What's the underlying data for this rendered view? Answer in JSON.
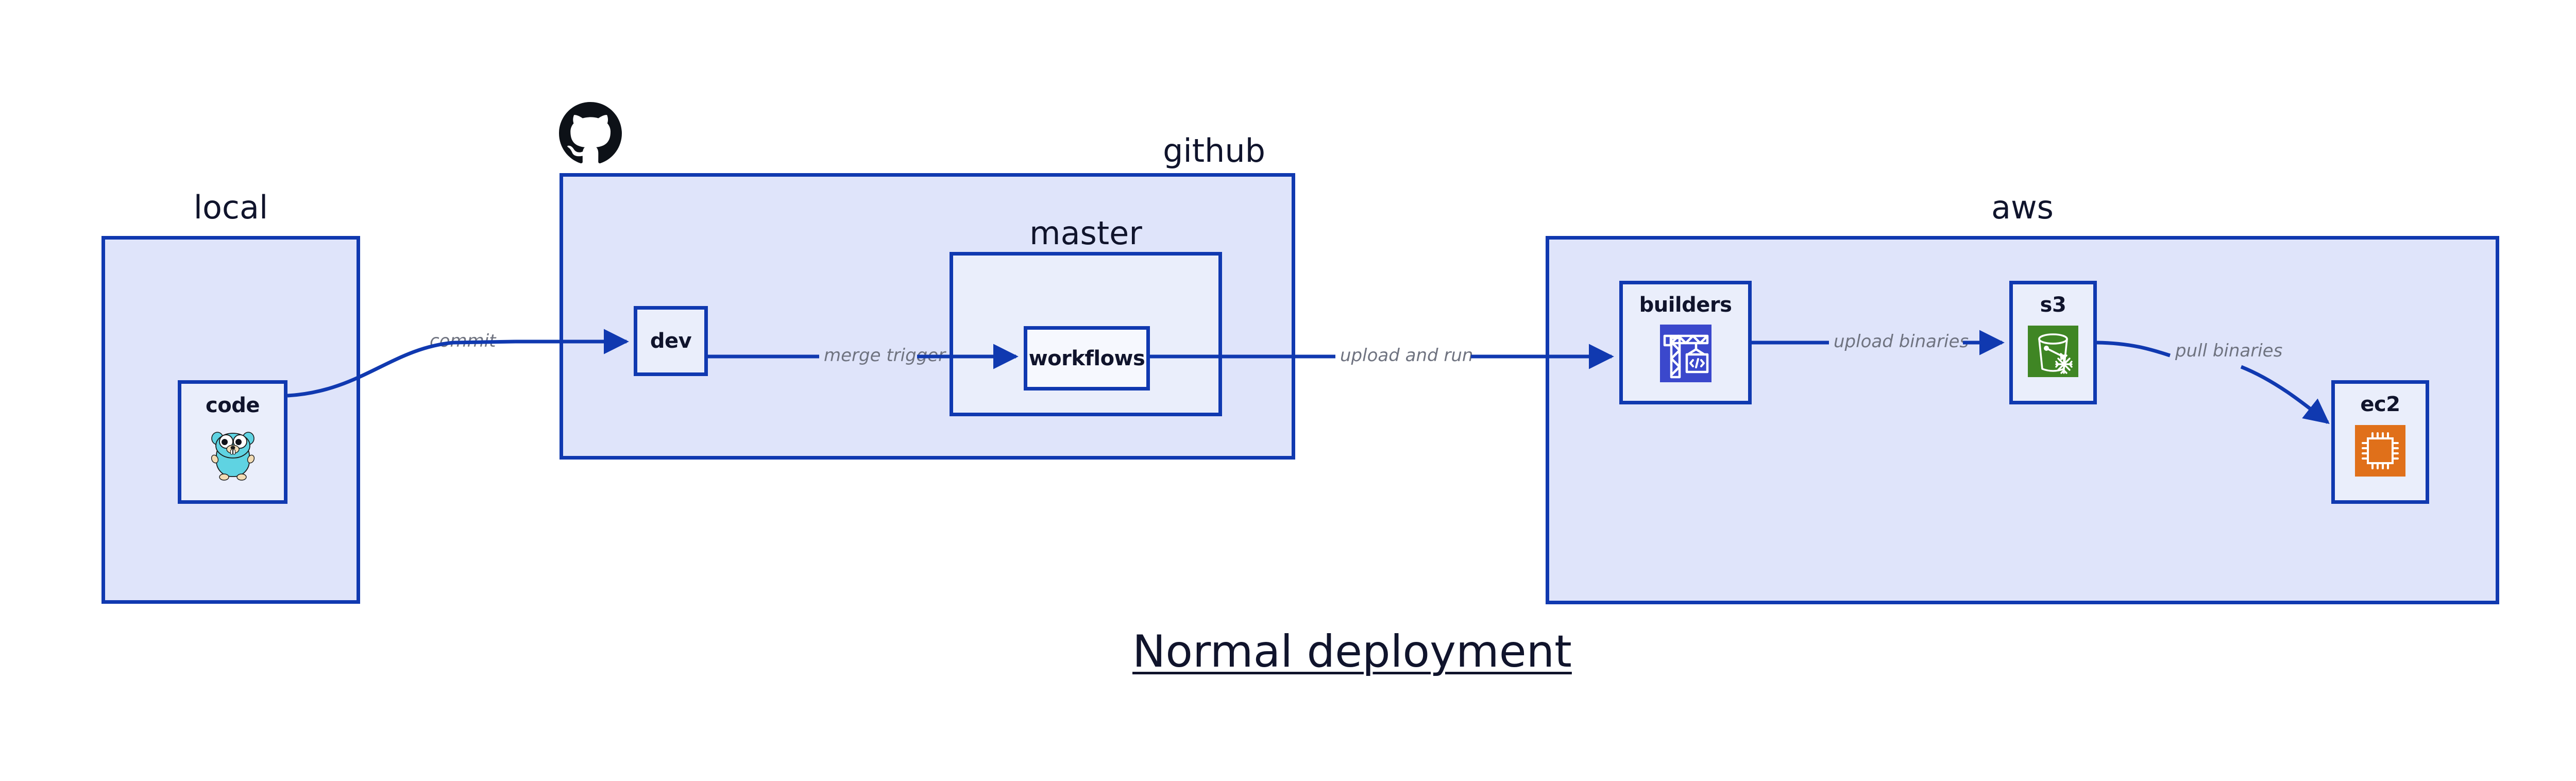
{
  "diagram": {
    "title": "Normal deployment",
    "accent_border": "#1039b0",
    "group_fill": "#dfe4fa",
    "node_fill": "#eaeefb",
    "edge_label_color": "#6f7380",
    "text_color": "#10142c"
  },
  "groups": [
    {
      "id": "local",
      "label": "local"
    },
    {
      "id": "github",
      "label": "github"
    },
    {
      "id": "master",
      "label": "master"
    },
    {
      "id": "aws",
      "label": "aws"
    }
  ],
  "nodes": [
    {
      "id": "code",
      "label": "code",
      "icon": "go-gopher-icon"
    },
    {
      "id": "dev",
      "label": "dev",
      "icon": "none"
    },
    {
      "id": "workflows",
      "label": "workflows",
      "icon": "none"
    },
    {
      "id": "builders",
      "label": "builders",
      "icon": "aws-codebuild-icon",
      "icon_color": "#3b48cc"
    },
    {
      "id": "s3",
      "label": "s3",
      "icon": "aws-s3-bucket-icon",
      "icon_color": "#3f8624"
    },
    {
      "id": "ec2",
      "label": "ec2",
      "icon": "aws-ec2-chip-icon",
      "icon_color": "#e0701a"
    }
  ],
  "edges": [
    {
      "id": "commit",
      "from": "code",
      "to": "dev",
      "label": "commit"
    },
    {
      "id": "merge-trigger",
      "from": "dev",
      "to": "workflows",
      "label": "merge trigger"
    },
    {
      "id": "upload-and-run",
      "from": "workflows",
      "to": "builders",
      "label": "upload and run"
    },
    {
      "id": "upload-binaries",
      "from": "builders",
      "to": "s3",
      "label": "upload binaries"
    },
    {
      "id": "pull-binaries",
      "from": "s3",
      "to": "ec2",
      "label": "pull binaries"
    }
  ],
  "icons": {
    "github_mark": "github-logo-icon"
  }
}
